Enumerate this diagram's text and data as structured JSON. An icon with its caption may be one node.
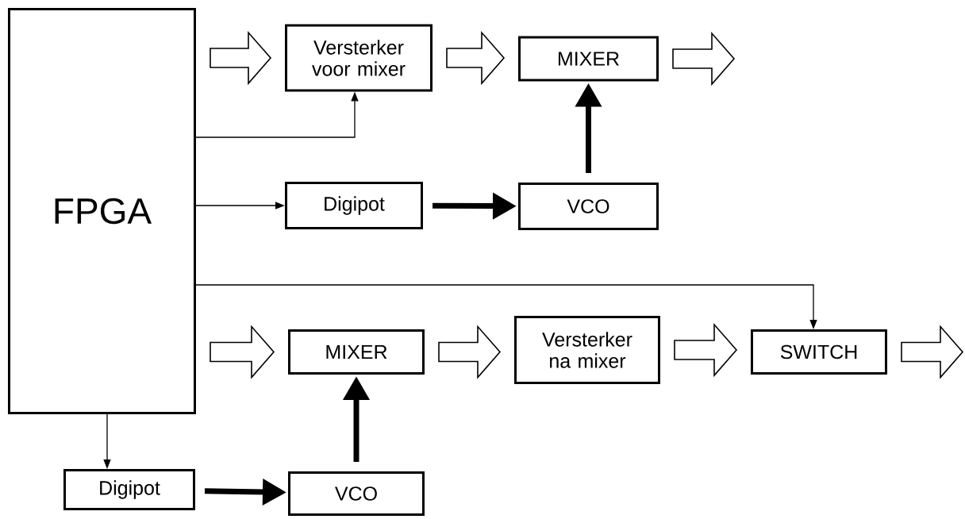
{
  "diagram": {
    "nodes": [
      {
        "text": [
          "FPGA"
        ]
      },
      {
        "text": [
          "Versterker voor mixer"
        ]
      },
      {
        "text": [
          "MIXER"
        ]
      },
      {
        "text": [
          "Digipot"
        ]
      },
      {
        "text": [
          "VCO"
        ]
      },
      {
        "text": [
          "MIXER"
        ]
      },
      {
        "text": [
          "Versterker na mixer"
        ]
      },
      {
        "text": [
          "SWITCH"
        ]
      },
      {
        "text": [
          "Digipot"
        ]
      },
      {
        "text": [
          "VCO"
        ]
      }
    ],
    "edges": [
      {
        "from": null,
        "to": 1,
        "arrow": "to",
        "style": "thick"
      },
      {
        "from": 1,
        "to": 2,
        "arrow": "to",
        "style": "thick"
      },
      {
        "from": 2,
        "to": null,
        "arrow": "to",
        "style": "thick"
      },
      {
        "from": 0,
        "to": 1,
        "arrow": "to"
      },
      {
        "from": 0,
        "to": 3,
        "arrow": "to"
      },
      {
        "from": 3,
        "to": 4,
        "arrow": "to",
        "style": "thick"
      },
      {
        "from": 4,
        "to": 2,
        "arrow": "to",
        "style": "thick"
      },
      {
        "from": null,
        "to": 5,
        "arrow": "to",
        "style": "thick"
      },
      {
        "from": 5,
        "to": 6,
        "arrow": "to",
        "style": "thick"
      },
      {
        "from": 6,
        "to": 7,
        "arrow": "to",
        "style": "thick"
      },
      {
        "from": 7,
        "to": null,
        "arrow": "to",
        "style": "thick"
      },
      {
        "from": 0,
        "to": 7,
        "arrow": "to"
      },
      {
        "from": 0,
        "to": 8,
        "arrow": "to"
      },
      {
        "from": 8,
        "to": 9,
        "arrow": "to",
        "style": "thick"
      },
      {
        "from": 9,
        "to": 5,
        "arrow": "to",
        "style": "thick"
      }
    ]
  }
}
